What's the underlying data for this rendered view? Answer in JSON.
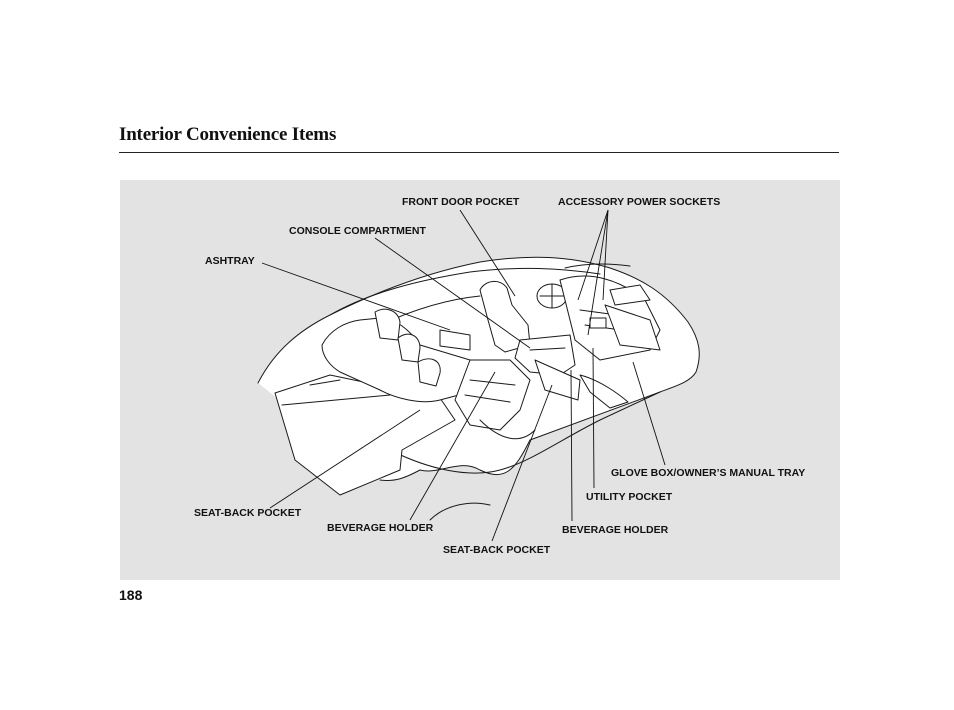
{
  "page": {
    "title": "Interior Convenience Items",
    "page_number": "188"
  },
  "figure": {
    "callouts": {
      "front_door_pocket": "FRONT DOOR POCKET",
      "accessory_power_sockets": "ACCESSORY POWER SOCKETS",
      "console_compartment": "CONSOLE COMPARTMENT",
      "ashtray": "ASHTRAY",
      "glove_box_tray": "GLOVE BOX/OWNER’S MANUAL TRAY",
      "utility_pocket": "UTILITY POCKET",
      "seat_back_pocket_left": "SEAT-BACK POCKET",
      "beverage_holder_left": "BEVERAGE HOLDER",
      "beverage_holder_right": "BEVERAGE HOLDER",
      "seat_back_pocket_center": "SEAT-BACK POCKET"
    }
  }
}
